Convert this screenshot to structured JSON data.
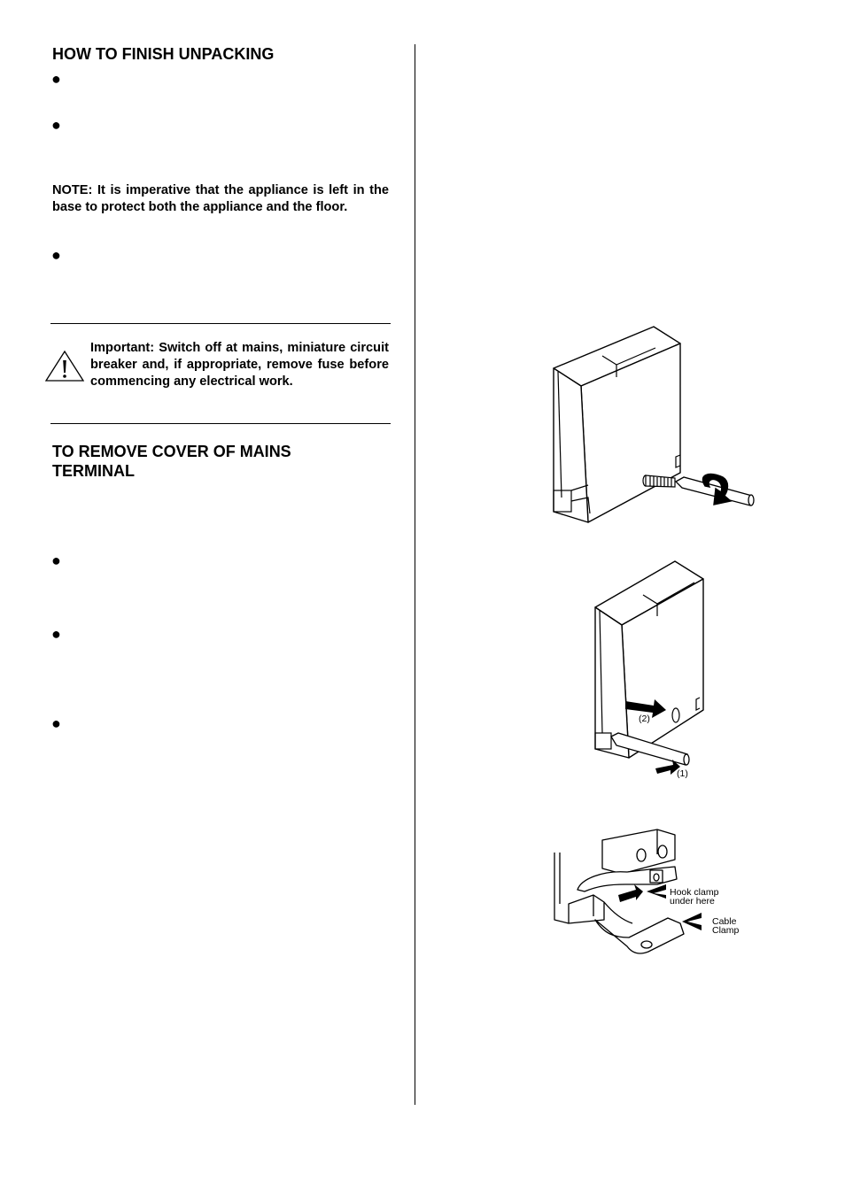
{
  "left_column": {
    "heading_unpacking": "HOW TO FINISH UNPACKING",
    "bullet_symbol": "●",
    "note_text": "NOTE:  It is imperative that the appliance is left in the base to protect both the appliance and the floor.",
    "important_text": "Important:  Switch off at mains, miniature circuit breaker and, if appropriate, remove fuse before commencing any electrical work.",
    "heading_terminal_line1": "TO REMOVE COVER OF MAINS",
    "heading_terminal_line2": "TERMINAL"
  },
  "figures": {
    "fig2_label_2": "(2)",
    "fig2_label_1": "(1)",
    "fig3_label_hook_line1": "Hook clamp",
    "fig3_label_hook_line2": "under here",
    "fig3_label_clamp_line1": "Cable",
    "fig3_label_clamp_line2": "Clamp"
  }
}
